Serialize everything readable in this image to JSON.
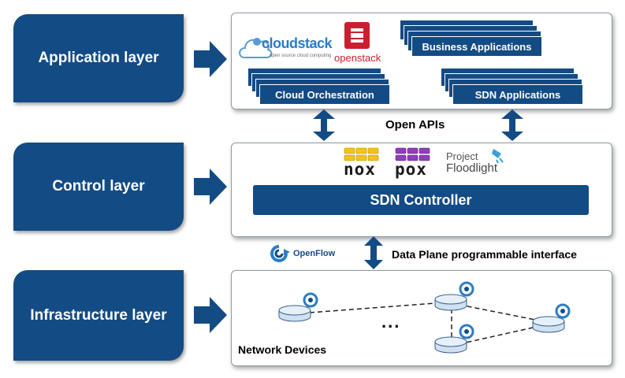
{
  "layers": {
    "application": "Application layer",
    "control": "Control layer",
    "infrastructure": "Infrastructure layer"
  },
  "application_panel": {
    "cloudstack_logo": "cloudstack",
    "cloudstack_tagline": "open source cloud computing",
    "openstack_logo": "openstack",
    "business_apps": "Business Applications",
    "cloud_orchestration": "Cloud Orchestration",
    "sdn_apps": "SDN Applications"
  },
  "open_apis": "Open APIs",
  "control_panel": {
    "nox_logo": "nox",
    "pox_logo": "pox",
    "floodlight_line1": "Project",
    "floodlight_line2": "Floodlight",
    "sdn_controller": "SDN Controller"
  },
  "openflow_logo": "OpenFlow",
  "data_plane_interface": "Data Plane programmable interface",
  "infrastructure_panel": {
    "ellipsis": "...",
    "network_devices": "Network Devices"
  },
  "colors": {
    "brand_blue": "#134b85",
    "openstack_red": "#c8202f",
    "nox_yellow": "#f2c41a",
    "pox_purple": "#8d3fb5"
  }
}
